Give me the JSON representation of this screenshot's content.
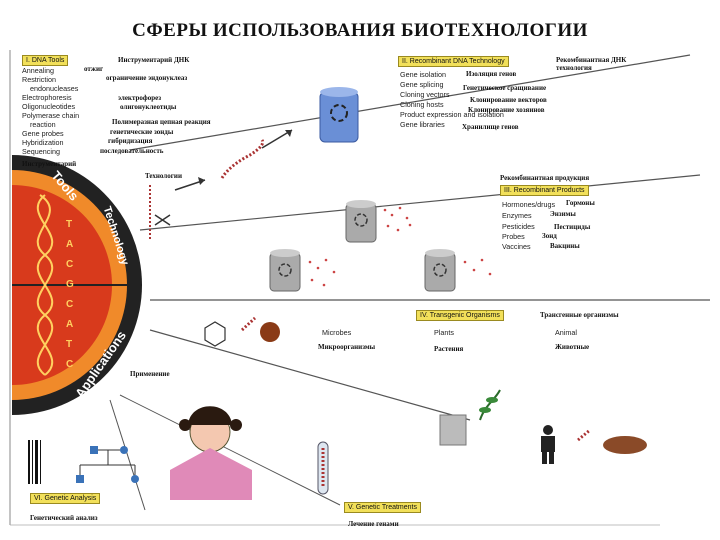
{
  "title": "СФЕРЫ ИСПОЛЬЗОВАНИЯ БИОТЕХНОЛОГИИ",
  "sections": {
    "dna_tools": {
      "label": "I. DNA Tools",
      "items": [
        "Annealing",
        "Restriction",
        "endonucleases",
        "Electrophoresis",
        "Oligonucleotides",
        "Polymerase chain",
        "reaction",
        "Gene probes",
        "Hybridization",
        "Sequencing"
      ],
      "ru": [
        "Инструментарий ДНК",
        "отжиг",
        "ограничение эндонуклеаз",
        "электрофорез",
        "олигонуклеотиды",
        "Полимеразная цепная реакция",
        "генетические зонды",
        "гибридизация",
        "последовательность"
      ]
    },
    "recombinant": {
      "label": "II. Recombinant DNA Technology",
      "items": [
        "Gene isolation",
        "Gene splicing",
        "Cloning vectors",
        "Cloning hosts",
        "Product expression and isolation",
        "Gene libraries"
      ],
      "ru": [
        "Рекомбинантная ДНК технология",
        "Изоляция генов",
        "Генетическое сращивание",
        "Клонирование векторов",
        "Клонирование хозяинов",
        "Хранилище генов"
      ]
    },
    "products": {
      "label": "III. Recombinant Products",
      "items": [
        "Hormones/drugs",
        "Enzymes",
        "Pesticides",
        "Probes",
        "Vaccines"
      ],
      "ru": [
        "Рекомбинантная продукция",
        "Гормоны",
        "Энзимы",
        "Пестициды",
        "Зонд",
        "Вакцины"
      ]
    },
    "transgenic": {
      "label": "IV. Transgenic Organisms",
      "items": [
        "Microbes",
        "Plants",
        "Animal"
      ],
      "ru": [
        "Трансгенные организмы",
        "Микроорганизмы",
        "Растения",
        "Животные"
      ]
    },
    "treatments": {
      "label": "V. Genetic Treatments",
      "ru": "Лечение генами"
    },
    "analysis": {
      "label": "VI. Genetic Analysis",
      "ru": "Генетический анализ"
    }
  },
  "wheel": {
    "tools": "Tools",
    "technology": "Technology",
    "applications": "Applications",
    "bases": [
      "T",
      "A",
      "C",
      "G",
      "C",
      "A",
      "T",
      "C"
    ],
    "tools_ru": "Инструментарий",
    "technology_ru": "Технологии",
    "applications_ru": "Применение"
  },
  "colors": {
    "label_box": "#f2e05a",
    "wheel_red": "#d83a1c",
    "wheel_orange": "#f08a2a",
    "wheel_dark": "#222222"
  }
}
